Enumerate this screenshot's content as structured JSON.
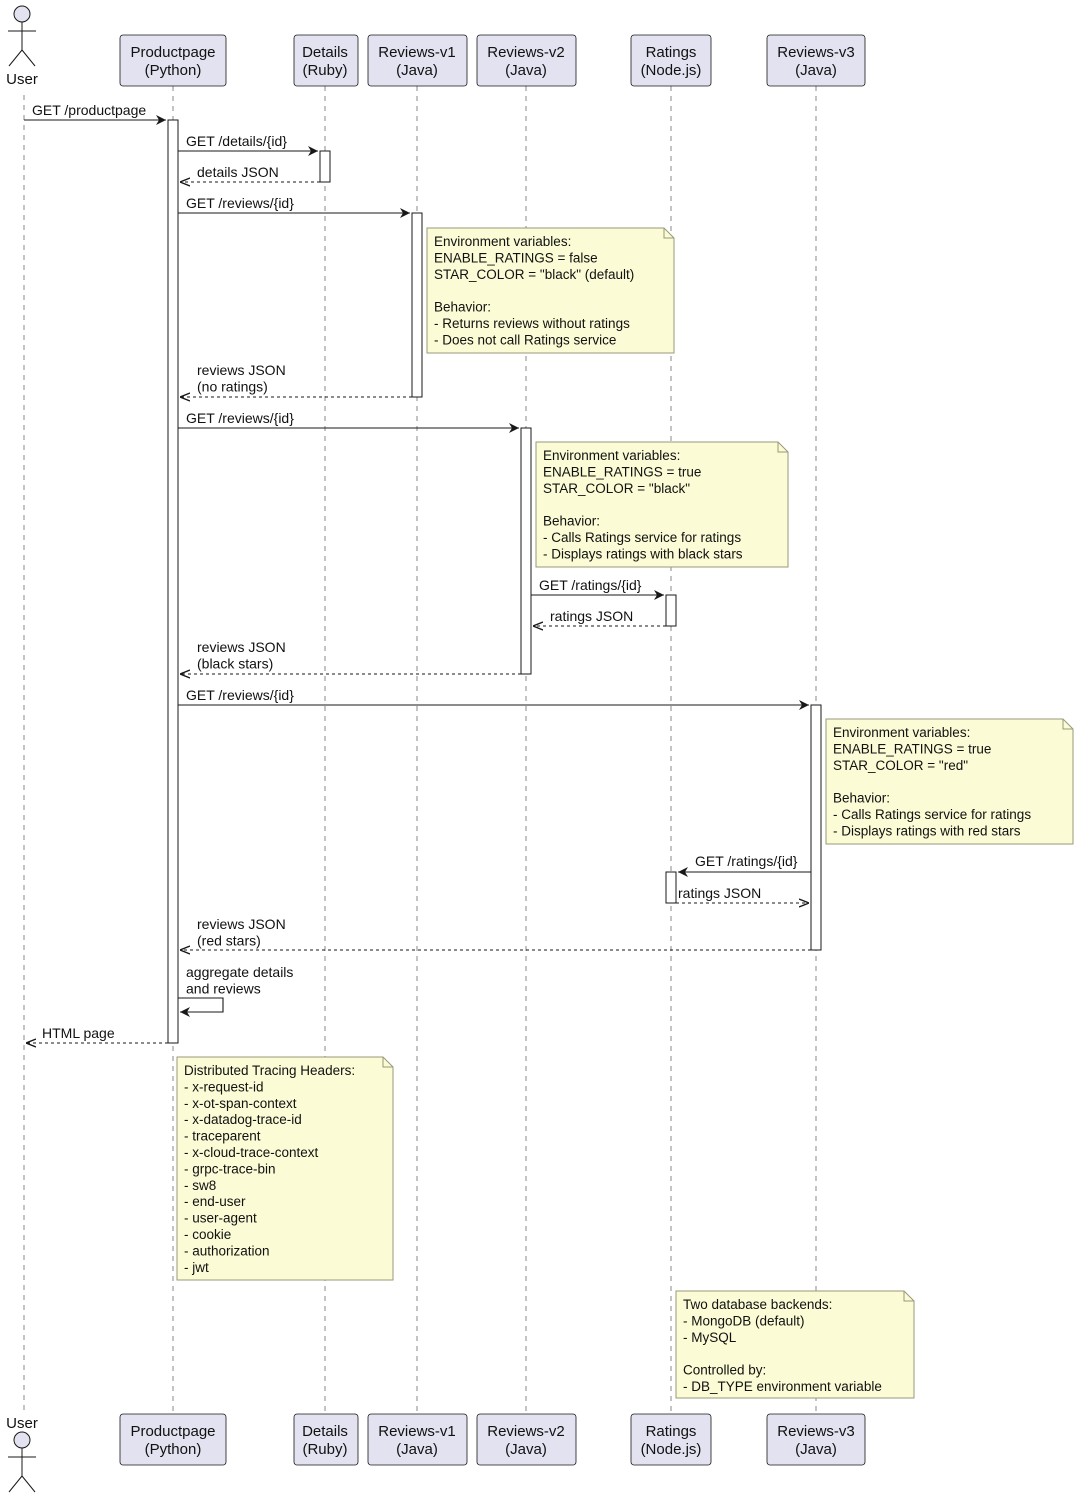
{
  "colors": {
    "participant_fill": "#e2e2f0",
    "participant_stroke": "#181818",
    "note_fill": "#fbfbd6",
    "note_stroke": "#9a9a7a",
    "activation_fill": "#ffffff",
    "line": "#181818",
    "lifeline": "#888888"
  },
  "actor": {
    "label": "User"
  },
  "participants": [
    {
      "id": "productpage",
      "lines": [
        "Productpage",
        "(Python)"
      ]
    },
    {
      "id": "details",
      "lines": [
        "Details",
        "(Ruby)"
      ]
    },
    {
      "id": "reviews-v1",
      "lines": [
        "Reviews-v1",
        "(Java)"
      ]
    },
    {
      "id": "reviews-v2",
      "lines": [
        "Reviews-v2",
        "(Java)"
      ]
    },
    {
      "id": "ratings",
      "lines": [
        "Ratings",
        "(Node.js)"
      ]
    },
    {
      "id": "reviews-v3",
      "lines": [
        "Reviews-v3",
        "(Java)"
      ]
    }
  ],
  "messages": [
    {
      "from": "user",
      "to": "productpage",
      "dashed": false,
      "lines": [
        "GET /productpage"
      ]
    },
    {
      "from": "productpage",
      "to": "details",
      "dashed": false,
      "lines": [
        "GET /details/{id}"
      ]
    },
    {
      "from": "details",
      "to": "productpage",
      "dashed": true,
      "lines": [
        "details JSON"
      ]
    },
    {
      "from": "productpage",
      "to": "reviews-v1",
      "dashed": false,
      "lines": [
        "GET /reviews/{id}"
      ]
    },
    {
      "from": "reviews-v1",
      "to": "productpage",
      "dashed": true,
      "lines": [
        "reviews JSON",
        "(no ratings)"
      ]
    },
    {
      "from": "productpage",
      "to": "reviews-v2",
      "dashed": false,
      "lines": [
        "GET /reviews/{id}"
      ]
    },
    {
      "from": "reviews-v2",
      "to": "ratings",
      "dashed": false,
      "lines": [
        "GET /ratings/{id}"
      ]
    },
    {
      "from": "ratings",
      "to": "reviews-v2",
      "dashed": true,
      "lines": [
        "ratings JSON"
      ]
    },
    {
      "from": "reviews-v2",
      "to": "productpage",
      "dashed": true,
      "lines": [
        "reviews JSON",
        "(black stars)"
      ]
    },
    {
      "from": "productpage",
      "to": "reviews-v3",
      "dashed": false,
      "lines": [
        "GET /reviews/{id}"
      ]
    },
    {
      "from": "reviews-v3",
      "to": "ratings",
      "dashed": false,
      "lines": [
        "GET /ratings/{id}"
      ]
    },
    {
      "from": "ratings",
      "to": "reviews-v3",
      "dashed": true,
      "lines": [
        "ratings JSON"
      ]
    },
    {
      "from": "reviews-v3",
      "to": "productpage",
      "dashed": true,
      "lines": [
        "reviews JSON",
        "(red stars)"
      ]
    },
    {
      "from": "productpage",
      "to": "productpage",
      "dashed": false,
      "self": true,
      "lines": [
        "aggregate details",
        "and reviews"
      ]
    },
    {
      "from": "productpage",
      "to": "user",
      "dashed": true,
      "lines": [
        "HTML page"
      ]
    }
  ],
  "notes": [
    {
      "id": "reviews-v1-config",
      "lines": [
        "Environment variables:",
        "ENABLE_RATINGS = false",
        "STAR_COLOR = \"black\" (default)",
        "",
        "Behavior:",
        "- Returns reviews without ratings",
        "- Does not call Ratings service"
      ]
    },
    {
      "id": "reviews-v2-config",
      "lines": [
        "Environment variables:",
        "ENABLE_RATINGS = true",
        "STAR_COLOR = \"black\"",
        "",
        "Behavior:",
        "- Calls Ratings service for ratings",
        "- Displays ratings with black stars"
      ]
    },
    {
      "id": "reviews-v3-config",
      "lines": [
        "Environment variables:",
        "ENABLE_RATINGS = true",
        "STAR_COLOR = \"red\"",
        "",
        "Behavior:",
        "- Calls Ratings service for ratings",
        "- Displays ratings with red stars"
      ]
    },
    {
      "id": "tracing-headers",
      "lines": [
        "Distributed Tracing Headers:",
        "- x-request-id",
        "- x-ot-span-context",
        "- x-datadog-trace-id",
        "- traceparent",
        "- x-cloud-trace-context",
        "- grpc-trace-bin",
        "- sw8",
        "- end-user",
        "- user-agent",
        "- cookie",
        "- authorization",
        "- jwt"
      ]
    },
    {
      "id": "database-backends",
      "lines": [
        "Two database backends:",
        "- MongoDB (default)",
        "- MySQL",
        "",
        "Controlled by:",
        "- DB_TYPE environment variable"
      ]
    }
  ]
}
